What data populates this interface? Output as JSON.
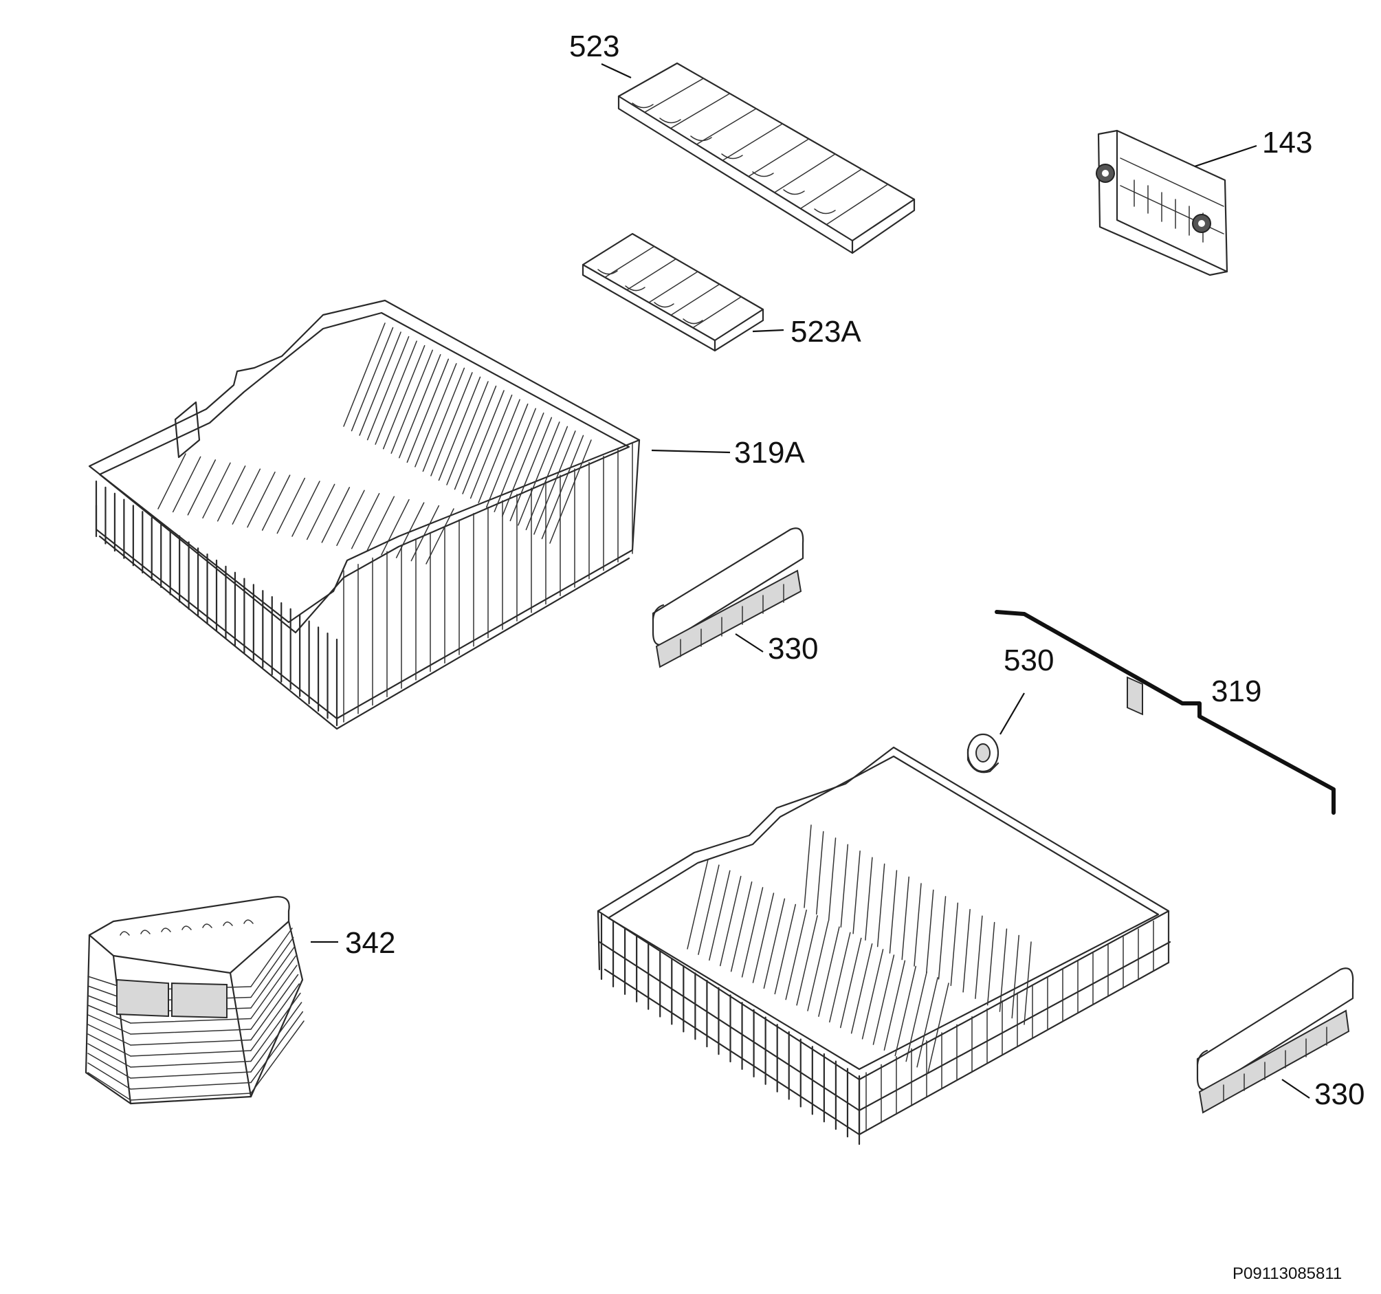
{
  "parts": {
    "p523": {
      "label": "523"
    },
    "p523a": {
      "label": "523A"
    },
    "p143": {
      "label": "143"
    },
    "p319a": {
      "label": "319A"
    },
    "p330_upper": {
      "label": "330"
    },
    "p530": {
      "label": "530"
    },
    "p319": {
      "label": "319"
    },
    "p342": {
      "label": "342"
    },
    "p330_lower": {
      "label": "330"
    }
  },
  "document_code": "P09113085811"
}
